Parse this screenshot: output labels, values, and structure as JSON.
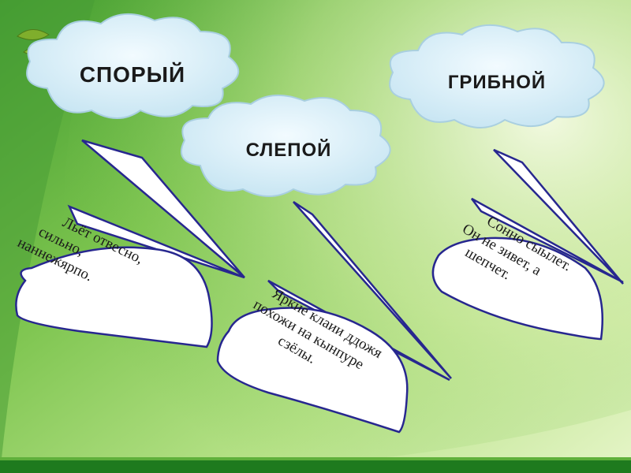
{
  "clouds": [
    {
      "id": "cloud-1",
      "label": "СПОРЫЙ"
    },
    {
      "id": "cloud-2",
      "label": "СЛЕПОЙ"
    },
    {
      "id": "cloud-3",
      "label": "ГРИБНОЙ"
    }
  ],
  "riddles": [
    {
      "id": "riddle-1",
      "lines": [
        "Льёт отвесно,",
        "сильно,",
        "наннежярпо."
      ]
    },
    {
      "id": "riddle-2",
      "lines": [
        "Яркие  клаии ддожя",
        "похожи на кынпуре",
        "сзёлы."
      ]
    },
    {
      "id": "riddle-3",
      "lines": [
        "Сонно сыылет.",
        "Он не зивет, а",
        "шепчет."
      ]
    }
  ],
  "colors": {
    "bg_left": "#5aa53a",
    "bg_mid": "#8ecf5a",
    "bg_light": "#d6f0a8",
    "cloud_fill": "#dcf0f8",
    "cloud_stroke": "#9ec8d8",
    "kite_stroke": "#1f1f8a",
    "kite_fill": "#ffffff",
    "bottom_bar": "#1f7a1f"
  }
}
